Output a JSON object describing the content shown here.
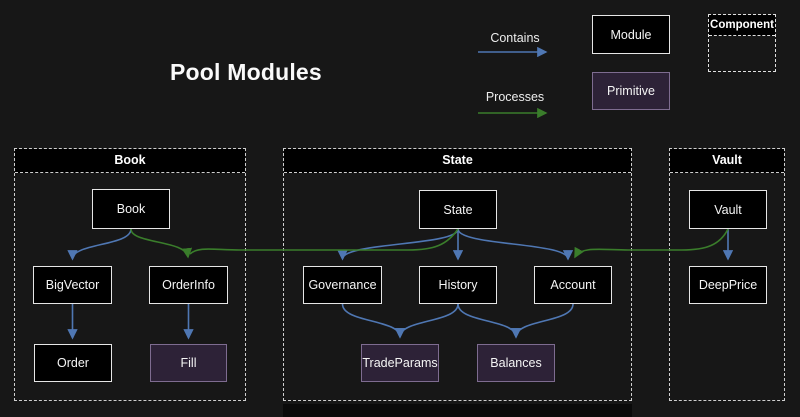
{
  "title": "Pool Modules",
  "colors": {
    "background": "#171717",
    "contains_blue": "#4f77b3",
    "processes_green": "#3a7d2b",
    "module_fill": "#000000",
    "module_border": "#e6e6e6",
    "primitive_fill": "#2d2237",
    "primitive_border": "#7e6c90",
    "container_dash": "#cfcfcf"
  },
  "legend": {
    "contains_label": "Contains",
    "processes_label": "Processes",
    "module_label": "Module",
    "primitive_label": "Primitive",
    "component_label": "Component"
  },
  "containers": {
    "book": {
      "label": "Book",
      "nodes": {
        "book": "Book",
        "bigvector": "BigVector",
        "orderinfo": "OrderInfo",
        "order": "Order",
        "fill": "Fill"
      }
    },
    "state": {
      "label": "State",
      "nodes": {
        "state": "State",
        "governance": "Governance",
        "history": "History",
        "account": "Account",
        "tradeparams": "TradeParams",
        "balances": "Balances"
      }
    },
    "vault": {
      "label": "Vault",
      "nodes": {
        "vault": "Vault",
        "deepprice": "DeepPrice"
      }
    }
  },
  "node_types": {
    "primitives": [
      "Fill",
      "TradeParams",
      "Balances"
    ],
    "modules": [
      "Book",
      "BigVector",
      "OrderInfo",
      "Order",
      "State",
      "Governance",
      "History",
      "Account",
      "Vault",
      "DeepPrice"
    ]
  },
  "edges": {
    "contains": [
      {
        "from": "Book",
        "to": "BigVector"
      },
      {
        "from": "BigVector",
        "to": "Order"
      },
      {
        "from": "OrderInfo",
        "to": "Fill"
      },
      {
        "from": "State",
        "to": "Governance"
      },
      {
        "from": "State",
        "to": "History"
      },
      {
        "from": "State",
        "to": "Account"
      },
      {
        "from": "Governance",
        "to": "TradeParams"
      },
      {
        "from": "History",
        "to": "TradeParams"
      },
      {
        "from": "History",
        "to": "Balances"
      },
      {
        "from": "Account",
        "to": "Balances"
      },
      {
        "from": "Vault",
        "to": "DeepPrice"
      }
    ],
    "processes": [
      {
        "from": "Book",
        "to": "OrderInfo"
      },
      {
        "from": "State",
        "to": "OrderInfo"
      },
      {
        "from": "Vault",
        "to": "Account"
      }
    ]
  }
}
